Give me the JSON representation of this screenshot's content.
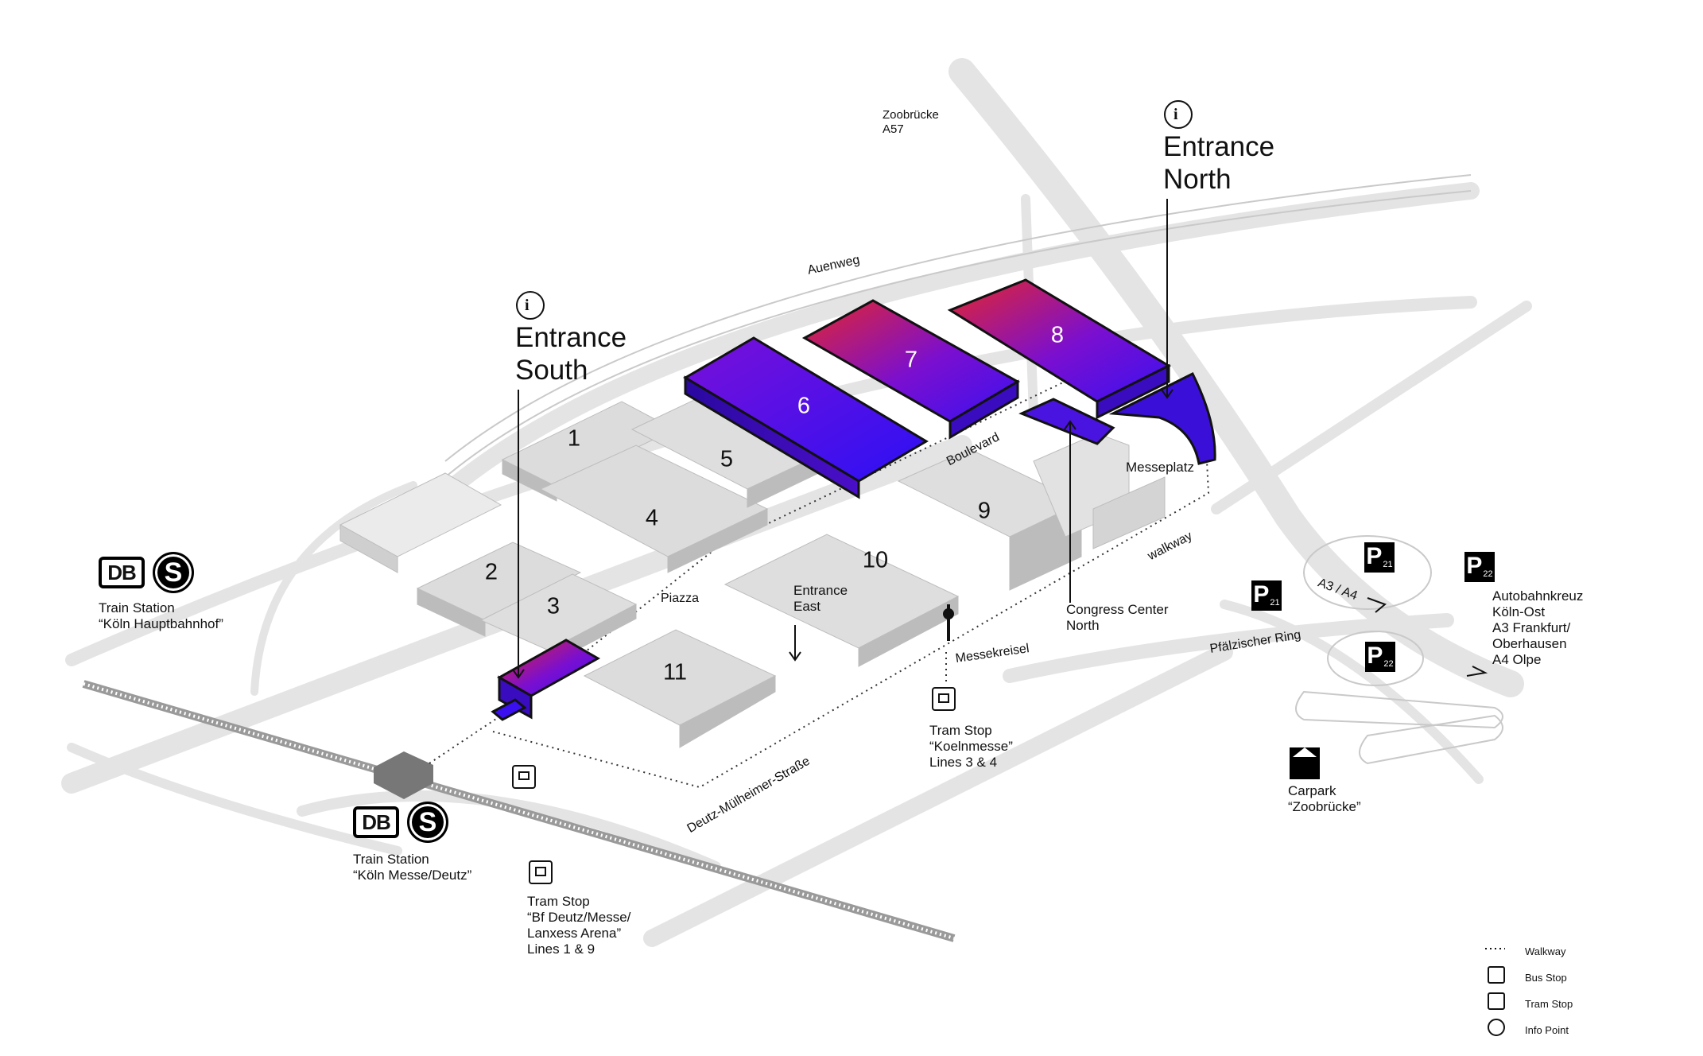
{
  "halls": [
    {
      "id": "hall-1",
      "label": "1"
    },
    {
      "id": "hall-2",
      "label": "2"
    },
    {
      "id": "hall-3",
      "label": "3"
    },
    {
      "id": "hall-4",
      "label": "4"
    },
    {
      "id": "hall-5",
      "label": "5"
    },
    {
      "id": "hall-6",
      "label": "6"
    },
    {
      "id": "hall-7",
      "label": "7"
    },
    {
      "id": "hall-8",
      "label": "8"
    },
    {
      "id": "hall-9",
      "label": "9"
    },
    {
      "id": "hall-10",
      "label": "10"
    },
    {
      "id": "hall-11",
      "label": "11"
    }
  ],
  "entrances": {
    "south": "Entrance\nSouth",
    "north": "Entrance\nNorth",
    "east": "Entrance\nEast"
  },
  "places": {
    "piazza": "Piazza",
    "boulevard": "Boulevard",
    "messeplatz": "Messeplatz",
    "congress_center": "Congress Center\nNorth",
    "zoobruecke": "Zoobrücke\nA57"
  },
  "roads": {
    "auenweg": "Auenweg",
    "walkway": "walkway",
    "messekreisel": "Messekreisel",
    "pfaelzischer_ring": "Pfälzischer Ring",
    "a3_a4": "A3 / A4",
    "deutz": "Deutz-Mülheimer-Straße"
  },
  "stations": {
    "hbf": "Train Station\n“Köln Hauptbahnhof”",
    "messe_deutz": "Train Station\n“Köln Messe/Deutz”",
    "tram_koelnmesse": "Tram Stop\n“Koelnmesse”\nLines 3 & 4",
    "tram_bf_deutz": "Tram Stop\n“Bf Deutz/Messe/\nLanxess Arena”\nLines 1 & 9",
    "db_mark": "DB",
    "s_mark": "S"
  },
  "parking": {
    "p21": {
      "letter": "P",
      "num": "21"
    },
    "p22": {
      "letter": "P",
      "num": "22"
    },
    "carpark": "Carpark\n“Zoobrücke”",
    "autobahnkreuz": "Autobahnkreuz\nKöln-Ost\nA3 Frankfurt/\nOberhausen\nA4 Olpe"
  },
  "legend": {
    "walkway": "Walkway",
    "bus_stop": "Bus Stop",
    "tram_stop": "Tram Stop",
    "info_point": "Info Point"
  },
  "info_glyph": "i",
  "colors": {
    "hall_grey": "#d4d4d4",
    "gradient_red": "#e4262c",
    "gradient_purple": "#6a0de0",
    "gradient_blue": "#3a10f0",
    "road_grey": "#e3e3e3"
  }
}
